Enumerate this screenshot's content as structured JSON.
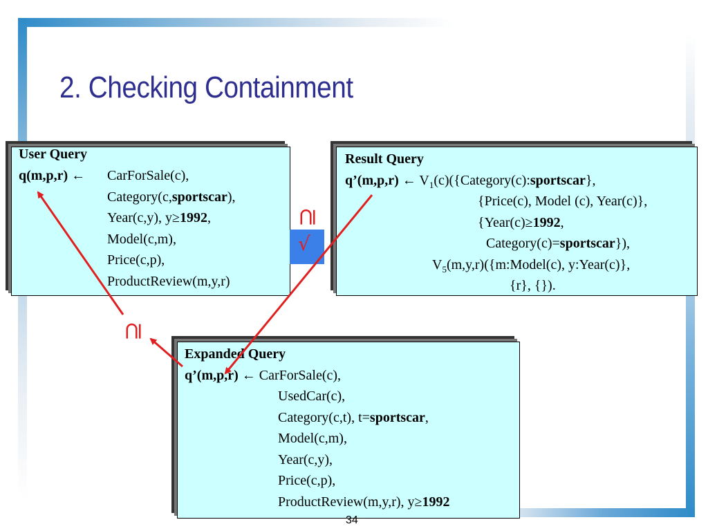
{
  "slide": {
    "title": "2. Checking Containment",
    "page_number": "34"
  },
  "user_query": {
    "heading": "User Query",
    "head": "q(m,p,r)",
    "arrow": "←",
    "lines": [
      "CarForSale(c),",
      "Category(c,",
      "sportscar",
      "),",
      "Year(c,y), y≥",
      "1992",
      ",",
      "Model(c,m),",
      "Price(c,p),",
      "ProductReview(m,y,r)"
    ]
  },
  "result_query": {
    "heading": "Result Query",
    "head": "q’(m,p,r)",
    "arrow": "←",
    "l1a": "V",
    "l1sub": "1",
    "l1b": "(c)({Category(c):",
    "l1bold": "sportscar",
    "l1c": "},",
    "l2": "{Price(c), Model (c), Year(c)},",
    "l3a": "{Year(c)≥",
    "l3bold": "1992",
    "l3c": ",",
    "l4a": "Category(c)=",
    "l4bold": "sportscar",
    "l4c": "}),",
    "l5a": "V",
    "l5sub": "5",
    "l5b": "(m,y,r)({m:Model(c), y:Year(c)},",
    "l6": "{r}, {})."
  },
  "expanded_query": {
    "heading": "Expanded Query",
    "head": "q’(m,p,r)",
    "arrow": "←",
    "l1": "CarForSale(c),",
    "l2": "UsedCar(c),",
    "l3a": "Category(c,t), t=",
    "l3bold": "sportscar",
    "l3c": ",",
    "l4": "Model(c,m),",
    "l5": "Year(c,y),",
    "l6": "Price(c,p),",
    "l7a": "ProductReview(m,y,r), y≥",
    "l7bold": "1992"
  },
  "symbols": {
    "superset_top": "⊇",
    "superset_left": "⊇",
    "check": "√"
  },
  "colors": {
    "title": "#2e2e8f",
    "box_fill": "#ccffff",
    "arrow": "#e02020",
    "check_box": "#3a80e8"
  }
}
